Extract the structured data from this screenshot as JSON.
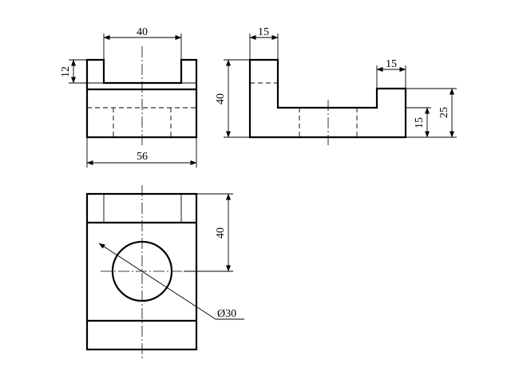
{
  "dimensions": {
    "front_top_width": "40",
    "front_slot_depth": "12",
    "front_base_width": "56",
    "side_left_width": "15",
    "side_height": "40",
    "side_right_width": "15",
    "side_right_total": "25",
    "side_right_lower": "15",
    "top_depth": "40",
    "hole_diameter": "Ø30"
  },
  "colors": {
    "line": "#000000",
    "background": "#ffffff"
  }
}
